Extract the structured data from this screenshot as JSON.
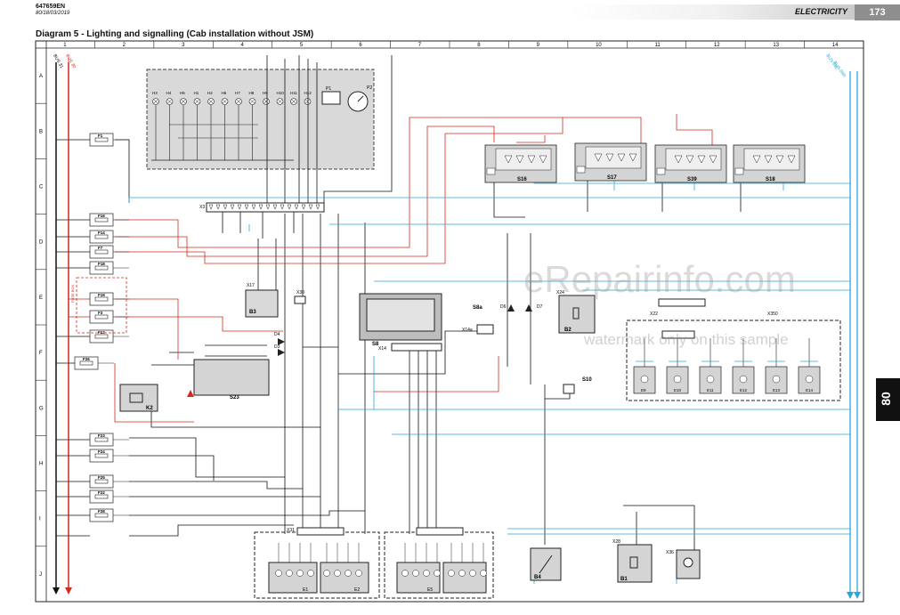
{
  "header": {
    "code": "647659EN",
    "date": "80/18/03/2019",
    "section": "ELECTRICITY",
    "page": "173",
    "side_tab": "80"
  },
  "diagram": {
    "title": "Diagram 5 - Lighting and signalling (Cab installation without JSM)",
    "columns": [
      "1",
      "2",
      "3",
      "4",
      "5",
      "6",
      "7",
      "8",
      "9",
      "10",
      "11",
      "12",
      "13",
      "14"
    ],
    "rows": [
      "A",
      "B",
      "C",
      "D",
      "E",
      "F",
      "G",
      "H",
      "I",
      "J"
    ],
    "wire_colors": {
      "black": "#111111",
      "red": "#d42a1f",
      "blue": "#2aa7d9"
    },
    "rails": {
      "left_a": "BUS 31",
      "left_b": "BUS 30",
      "right_a": "BUS 58L",
      "right_b": "BUS 58R"
    },
    "fuses": [
      "F1",
      "F16",
      "F14",
      "F7",
      "F18",
      "F19",
      "F3",
      "F13",
      "F26",
      "F23",
      "F24",
      "F25",
      "F22",
      "F28"
    ],
    "fuse_box_label": "FUSE BOX",
    "connectors": [
      "X3",
      "X17",
      "X30",
      "X14",
      "X14a",
      "X24",
      "X22",
      "X350",
      "X31",
      "X28",
      "X36"
    ],
    "components": [
      "B3",
      "S8",
      "S8a",
      "S23",
      "K2",
      "S16",
      "S17",
      "S39",
      "S18",
      "B2",
      "S10",
      "B4",
      "B1",
      "E1",
      "E2",
      "E5"
    ],
    "lamps": [
      "H3",
      "H4",
      "H5",
      "H1",
      "H2",
      "H6",
      "H7",
      "H8",
      "H9",
      "H10",
      "H11",
      "H12"
    ],
    "gauges": [
      "P1",
      "P2"
    ],
    "diodes": [
      "D4",
      "D3",
      "D6",
      "D7"
    ],
    "group_lamps": [
      "E9",
      "E10",
      "E11",
      "E12",
      "E13",
      "E14"
    ],
    "watermark": "eRepairinfo.com",
    "watermark_sub": "watermark only on this sample"
  }
}
